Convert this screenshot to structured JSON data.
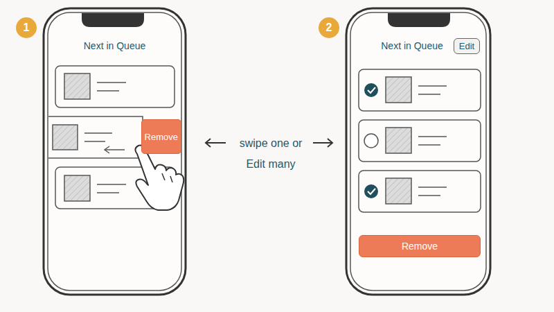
{
  "diagram": {
    "nodes": [
      {
        "text": [
          "Next in Queue"
        ]
      },
      {
        "text": [
          "Remove"
        ],
        "in": 0
      },
      {
        "text": [
          "Next in Queue"
        ]
      },
      {
        "text": [
          "Edit"
        ],
        "in": 2
      },
      {
        "text": [
          "Remove"
        ],
        "in": 2
      }
    ],
    "labels": [
      "1",
      "2",
      "swipe one or Edit many"
    ]
  }
}
